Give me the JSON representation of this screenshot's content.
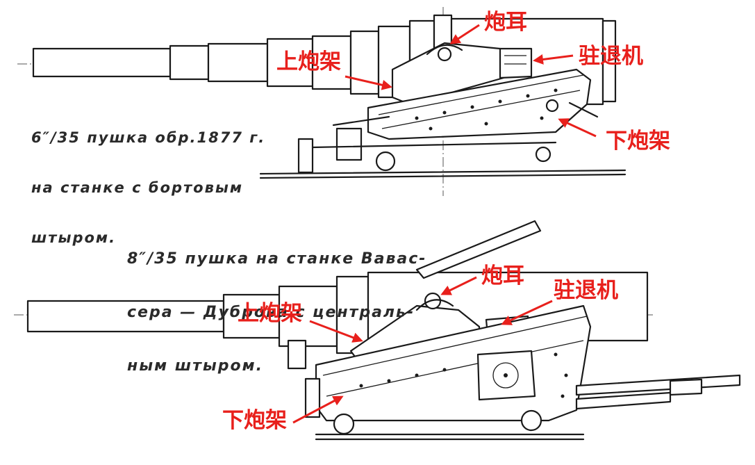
{
  "captions": {
    "top": [
      "6″/35 пушка обр.1877 г.",
      "на станке с бортовым",
      "штыром."
    ],
    "bottom": [
      "8″/35 пушка на станке Вавас-",
      "сера — Дуброва с централь-",
      "ным штыром."
    ]
  },
  "labels": {
    "top": {
      "trunnion": "炮耳",
      "upper_carriage": "上炮架",
      "recoil_brake": "驻退机",
      "lower_carriage": "下炮架"
    },
    "bottom": {
      "trunnion": "炮耳",
      "upper_carriage": "上炮架",
      "recoil_brake": "驻退机",
      "lower_carriage": "下炮架"
    }
  },
  "colors": {
    "annotation": "#e8201c",
    "ink": "#1a1a1a"
  }
}
